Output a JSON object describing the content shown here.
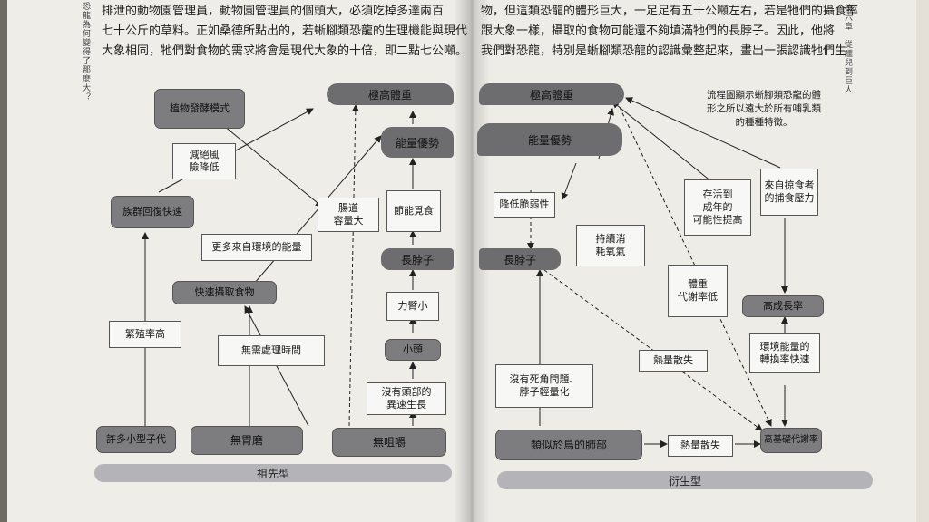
{
  "left_page": {
    "text_lines": [
      "排泄的動物園管理員，動物園管理員的個頭大，必須吃掉多達兩百",
      "七十公斤的草料。正如桑德所點出的，若蜥腳類恐龍的生理機能與現代",
      "大象相同，牠們對食物的需求將會是現代大象的十倍，即二點七公噸。"
    ],
    "side_vertical": "恐龍為何變得了那麼大？",
    "footer": "祖先型"
  },
  "right_page": {
    "text_lines": [
      "物，但這類恐龍的體形巨大，一足足有五十公噸左右，若是牠們的攝食率",
      "跟大象一樣，攝取的食物可能還不夠填滿牠們的長脖子。因此，他將",
      "我們對恐龍，特別是蜥腳類恐龍的認識彙整起來，畫出一張認識牠們生"
    ],
    "side_vertical": "第六章　從鱷兒到巨人",
    "note": "流程圖顯示蜥腳類恐龍的體\n形之所以遠大於所有哺乳類\n的種種特徵。",
    "footer": "衍生型"
  },
  "diagram": {
    "left": {
      "extreme_size": "極高體重",
      "energy_advantage": "能量優勢",
      "plant_fermentation": "植物發酵模式",
      "extinction_risk": "減絕風\n險降低",
      "population_recovery": "族群回復快速",
      "gut_capacity": "腸道\n容量大",
      "energy_saving_feeding": "節能覓食",
      "more_energy": "更多來自環境的能量",
      "long_neck": "長脖子",
      "fast_intake": "快速攝取食物",
      "small_arm": "力臂小",
      "high_repro": "繁殖率高",
      "no_processing": "無需處理時間",
      "small_head": "小頭",
      "head_shift": "沒有頭部的\n異速生長",
      "many_offspring": "許多小型子代",
      "no_gizzard": "無胃磨",
      "no_chewing": "無咀嚼"
    },
    "right": {
      "extreme_size": "極高體重",
      "energy_advantage": "能量優勢",
      "lower_vulnerability": "降低脆弱性",
      "sustained_oxygen": "持續消\n耗氧氣",
      "survival_adult": "存活到\n成年的\n可能性提高",
      "predation_pressure": "來自掠食者\n的捕食壓力",
      "long_neck": "長脖子",
      "body_weight_metabolism": "體重\n代謝率低",
      "high_growth": "高成長率",
      "heat_loss_1": "熱量散失",
      "no_dead_space": "沒有死角問題、\n脖子輕量化",
      "energy_conversion": "環境能量的\n轉換率快速",
      "bird_like_lungs": "類似於鳥的肺部",
      "heat_loss_2": "熱量散失",
      "high_bmr": "高基礎代謝率"
    }
  }
}
